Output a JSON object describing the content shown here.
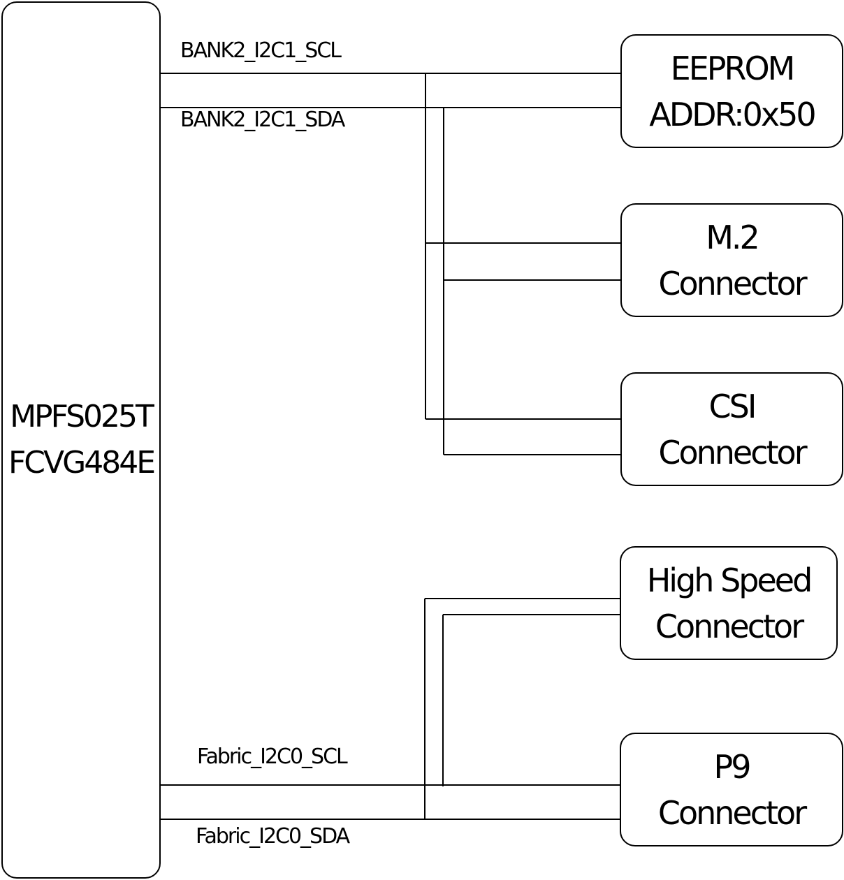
{
  "fpga": {
    "line1": "MPFS025T",
    "line2": "FCVG484E"
  },
  "signals": {
    "bank2_scl": "BANK2_I2C1_SCL",
    "bank2_sda": "BANK2_I2C1_SDA",
    "fabric_scl": "Fabric_I2C0_SCL",
    "fabric_sda": "Fabric_I2C0_SDA"
  },
  "devices": [
    {
      "line1": "EEPROM",
      "line2": "ADDR:0x50"
    },
    {
      "line1": "M.2",
      "line2": "Connector"
    },
    {
      "line1": "CSI",
      "line2": "Connector"
    },
    {
      "line1": "High Speed",
      "line2": "Connector"
    },
    {
      "line1": "P9",
      "line2": "Connector"
    }
  ]
}
